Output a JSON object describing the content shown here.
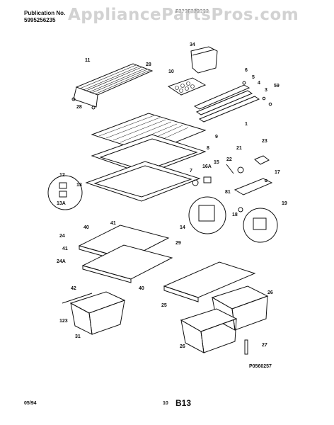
{
  "header": {
    "publication_label": "Publication No.",
    "publication_number": "5995256235",
    "model_fragment": "F???F??????"
  },
  "watermark": "AppliancePartsPros.com",
  "figure_code": "P0560257",
  "footer": {
    "date": "05/94",
    "page": "10",
    "section": "B13"
  },
  "callouts": [
    "11",
    "28",
    "28",
    "34",
    "10",
    "6",
    "5",
    "4",
    "3",
    "59",
    "1",
    "9",
    "8",
    "23",
    "21",
    "22",
    "17",
    "16A",
    "15",
    "12",
    "13",
    "7",
    "81",
    "18",
    "13A",
    "19",
    "14",
    "40",
    "41",
    "24",
    "41",
    "29",
    "24A",
    "40",
    "26",
    "25",
    "42",
    "123",
    "31",
    "26",
    "27"
  ]
}
